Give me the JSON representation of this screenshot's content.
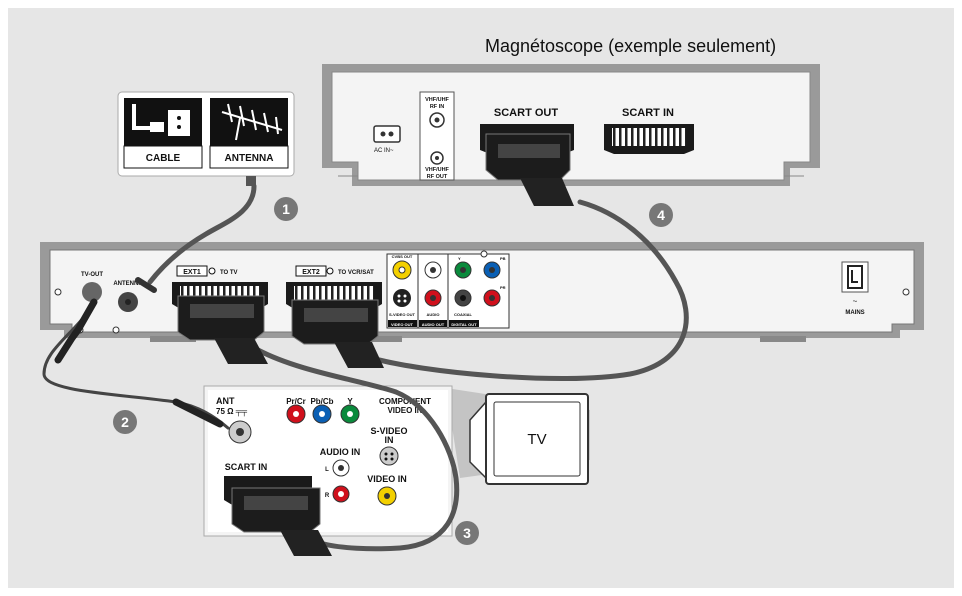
{
  "title": "Magnétoscope (exemple seulement)",
  "source_box": {
    "cable_label": "CABLE",
    "antenna_label": "ANTENNA"
  },
  "vcr": {
    "vhf_in": [
      "VHF/UHF",
      "RF IN"
    ],
    "vhf_out": [
      "VHF/UHF",
      "RF OUT"
    ],
    "ac_in": "AC IN~",
    "scart_out": "SCART OUT",
    "scart_in": "SCART IN"
  },
  "recorder": {
    "tv_out": "TV-OUT",
    "antenna": "ANTENNA",
    "ext1": "EXT1",
    "to_tv": "TO TV",
    "ext2": "EXT2",
    "to_vcr": "TO VCR/SAT",
    "cvbs_out": "CVBS OUT",
    "svideo_out": "S-VIDEO OUT",
    "video_out": "VIDEO OUT",
    "audio": "AUDIO",
    "audio_out": "AUDIO OUT",
    "coaxial": "COAXIAL",
    "digital_out": "DIGITAL OUT",
    "y": "Y",
    "pb": "PB",
    "pr": "PR",
    "mains": "MAINS"
  },
  "tv_panel": {
    "ant": "ANT",
    "ohm": "75 Ω ╤╤",
    "pr_cr": "Pr/Cr",
    "pb_cb": "Pb/Cb",
    "y": "Y",
    "component": [
      "COMPONENT",
      "VIDEO IN"
    ],
    "svideo": [
      "S-VIDEO",
      "IN"
    ],
    "audio_in": "AUDIO IN",
    "l": "L",
    "r": "R",
    "video_in": "VIDEO IN",
    "scart_in": "SCART IN"
  },
  "tv_label": "TV",
  "steps": [
    "1",
    "2",
    "3",
    "4"
  ],
  "colors": {
    "background": "#e6e6e6",
    "cable": "#555555",
    "red": "#d0101c",
    "green": "#0a8a3c",
    "blue": "#0a5fb4",
    "yellow": "#f3d000"
  }
}
